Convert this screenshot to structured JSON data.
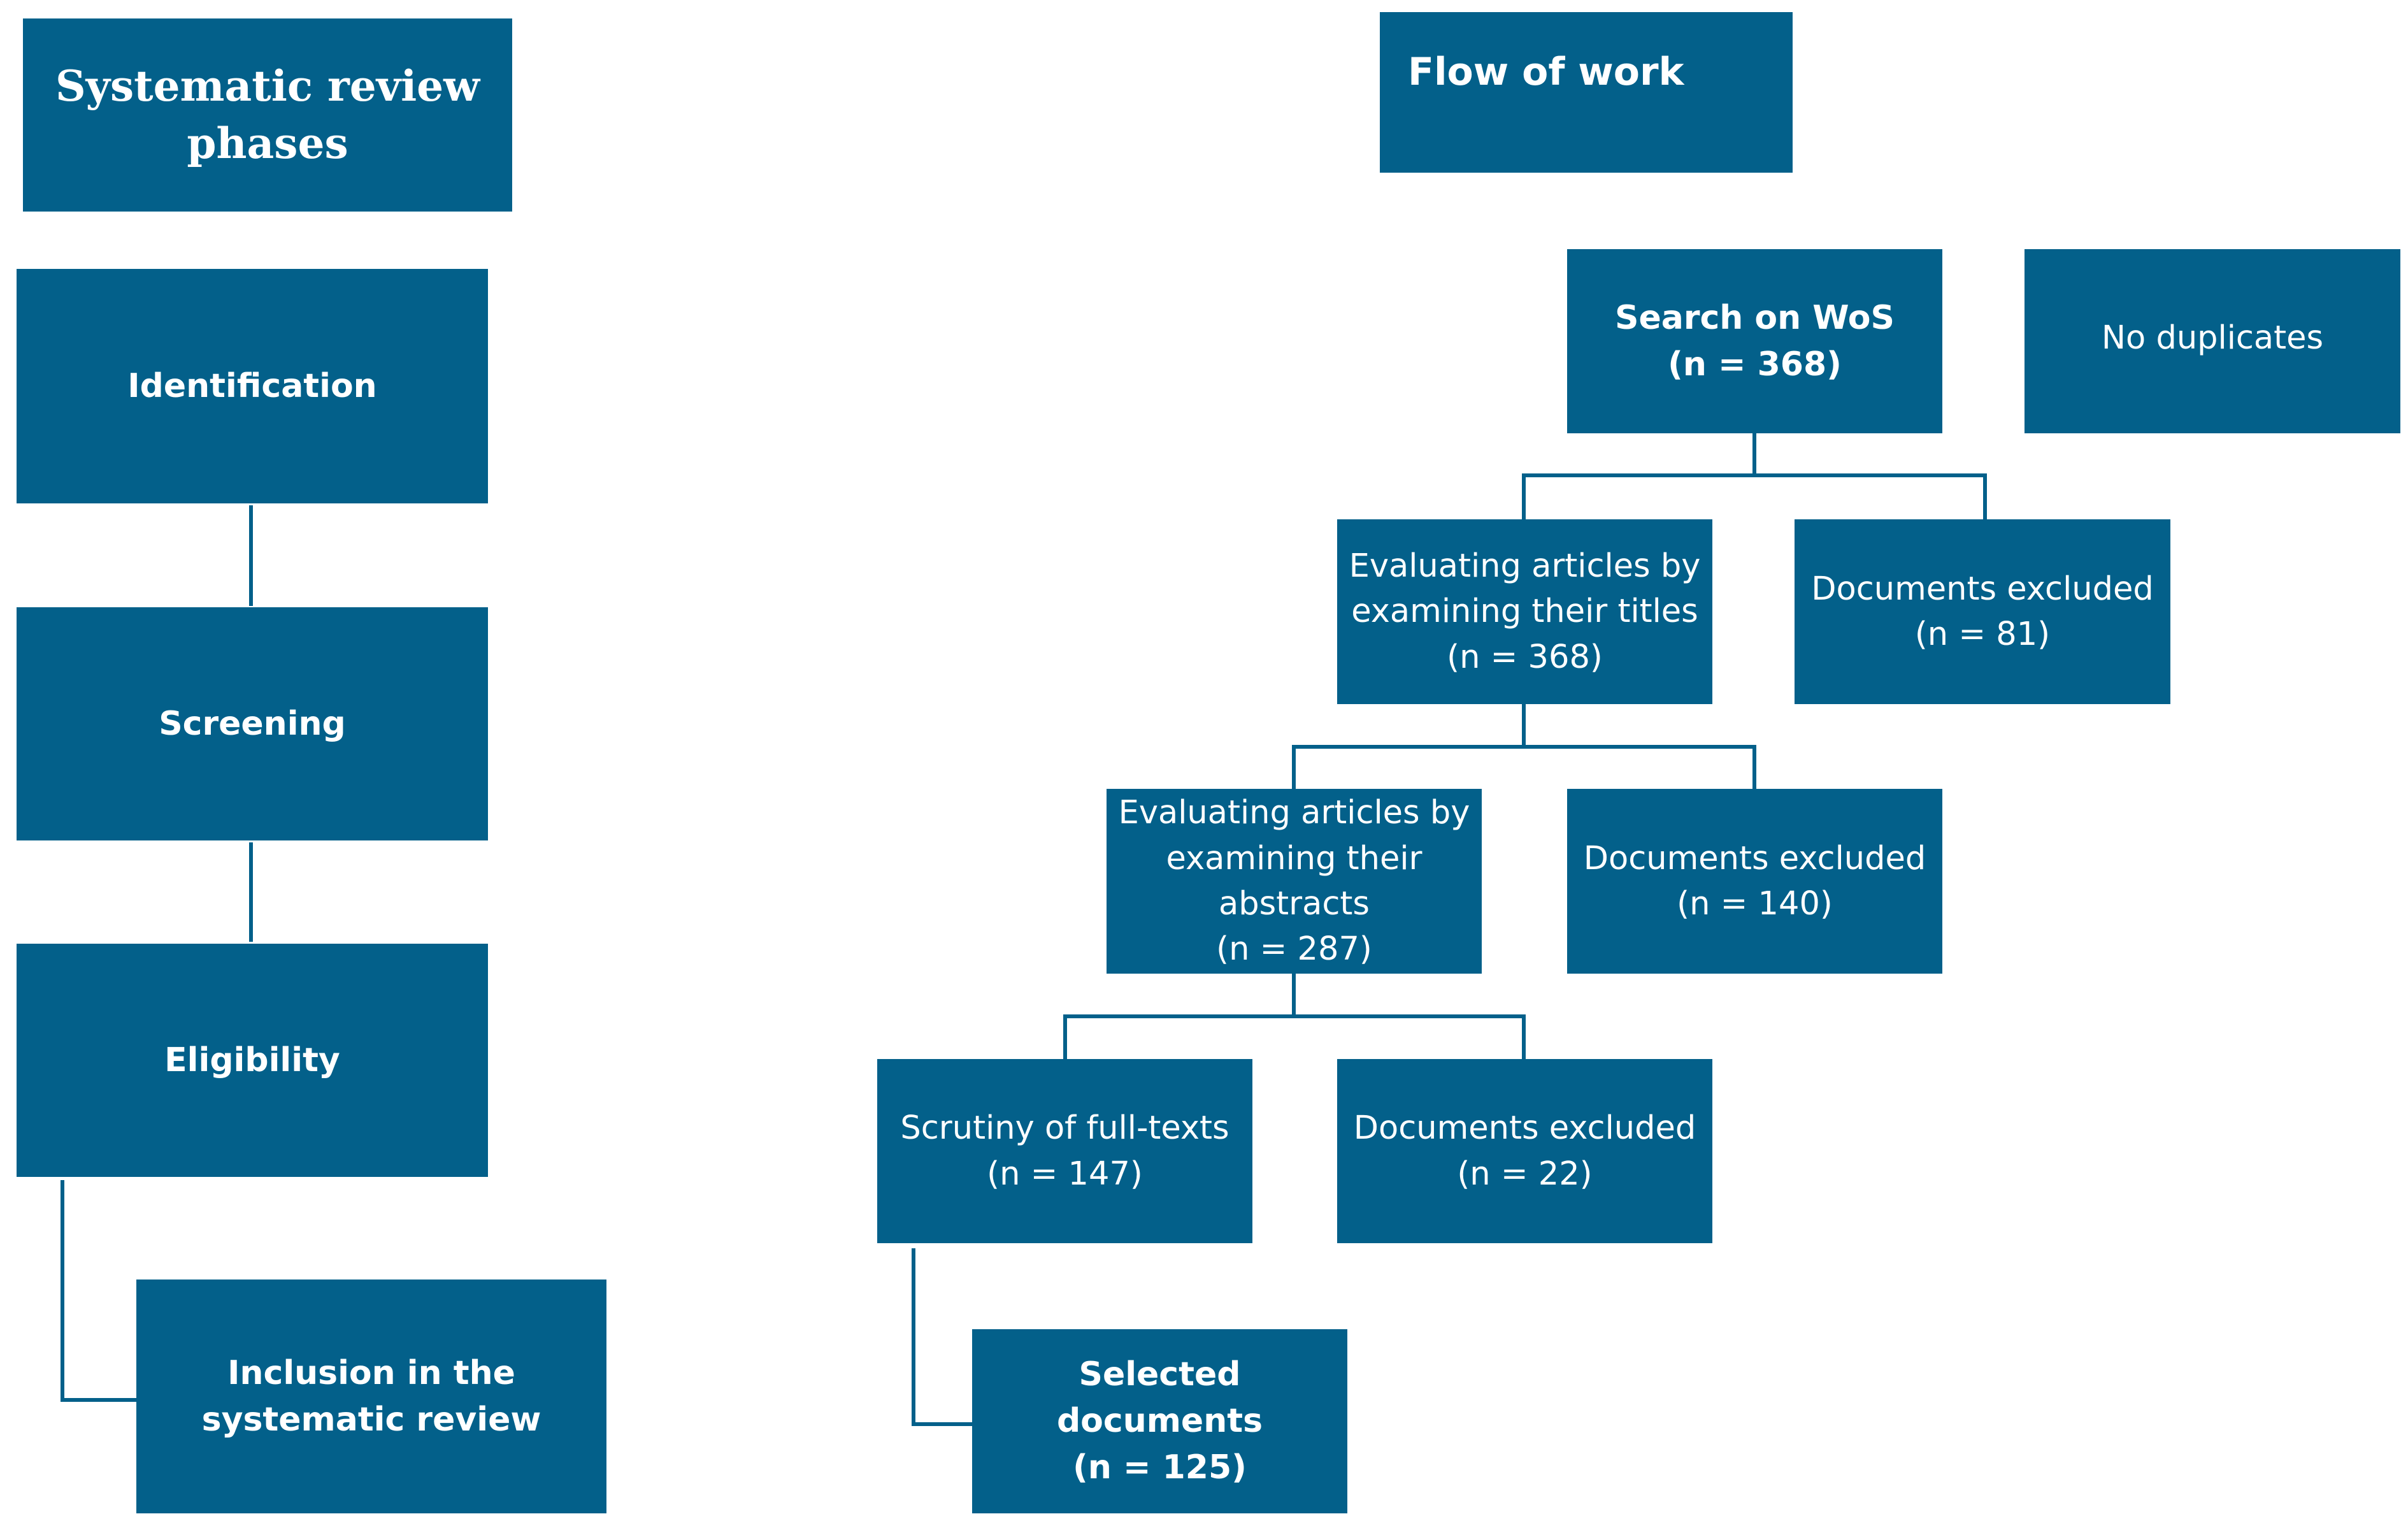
{
  "phases": {
    "header": "Systematic review\nphases",
    "items": [
      {
        "label": "Identification"
      },
      {
        "label": "Screening"
      },
      {
        "label": "Eligibility"
      },
      {
        "label": "Inclusion in the\nsystematic review"
      }
    ]
  },
  "flow": {
    "header": "Flow of work",
    "search": "Search on WoS\n(n = 368)",
    "no_duplicates": "No duplicates",
    "titles": "Evaluating articles by\nexamining their titles\n(n = 368)",
    "excluded_titles": "Documents excluded\n(n = 81)",
    "abstracts": "Evaluating articles by\nexamining their\nabstracts\n(n = 287)",
    "excluded_abstracts": "Documents excluded\n(n = 140)",
    "fulltext": "Scrutiny of full-texts\n(n = 147)",
    "excluded_fulltext": "Documents excluded\n(n = 22)",
    "selected": "Selected documents\n(n = 125)"
  },
  "colors": {
    "box": "#03608a",
    "text": "#ffffff",
    "connector": "#03608a"
  }
}
